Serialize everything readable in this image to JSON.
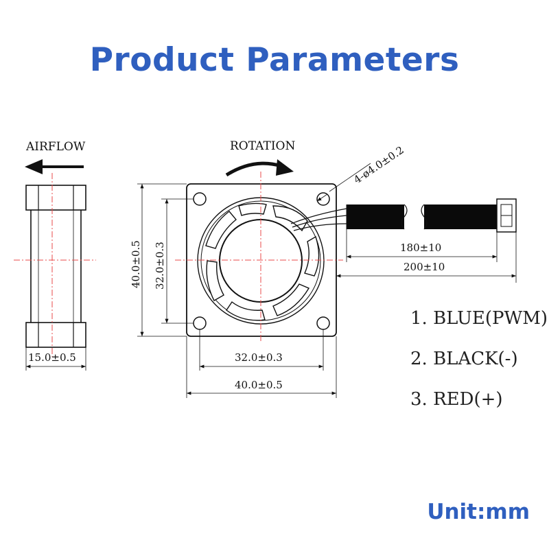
{
  "title": "Product Parameters",
  "unit_label": "Unit:mm",
  "colors": {
    "title": "#2f5fbf",
    "accent": "#e84a4a",
    "line": "#111111"
  },
  "side_view": {
    "airflow_label": "AIRFLOW",
    "thickness": "15.0±0.5"
  },
  "front_view": {
    "rotation_label": "ROTATION",
    "hole_spec": "4-ø4.0±0.2",
    "height_outer": "40.0±0.5",
    "height_holes": "32.0±0.3",
    "width_holes": "32.0±0.3",
    "width_outer": "40.0±0.5"
  },
  "cable": {
    "length_inner": "180±10",
    "length_total": "200±10"
  },
  "wires": [
    "1. BLUE(PWM)",
    "2. BLACK(-)",
    "3. RED(+)"
  ]
}
